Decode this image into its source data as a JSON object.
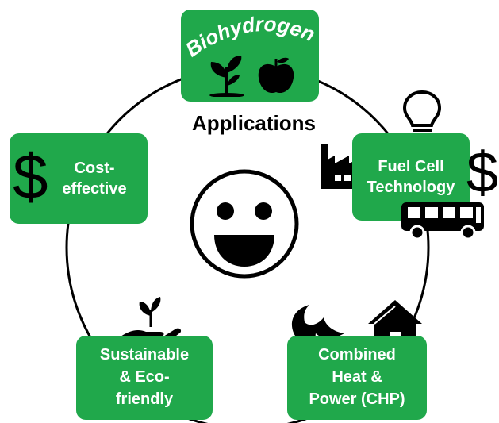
{
  "title": "Biohydrogen",
  "center_label": "Applications",
  "nodes": {
    "fuel_cell": {
      "line1": "Fuel Cell",
      "line2": "Technology"
    },
    "cost": {
      "line1": "Cost-",
      "line2": "effective"
    },
    "chp": {
      "line1": "Combined",
      "line2": "Heat &",
      "line3": "Power (CHP)"
    },
    "sustainable": {
      "line1": "Sustainable",
      "line2": "& Eco-",
      "line3": "friendly"
    }
  },
  "colors": {
    "green": "#20a84b",
    "ring": "#000000",
    "text_on_green": "#ffffff"
  },
  "icons": [
    "plant-icon",
    "apple-icon",
    "lightbulb-icon",
    "factory-icon",
    "dollar-icon",
    "bus-icon",
    "dollar-icon",
    "smiley-face-icon",
    "hand-plant-icon",
    "flame-icon",
    "house-icon"
  ]
}
